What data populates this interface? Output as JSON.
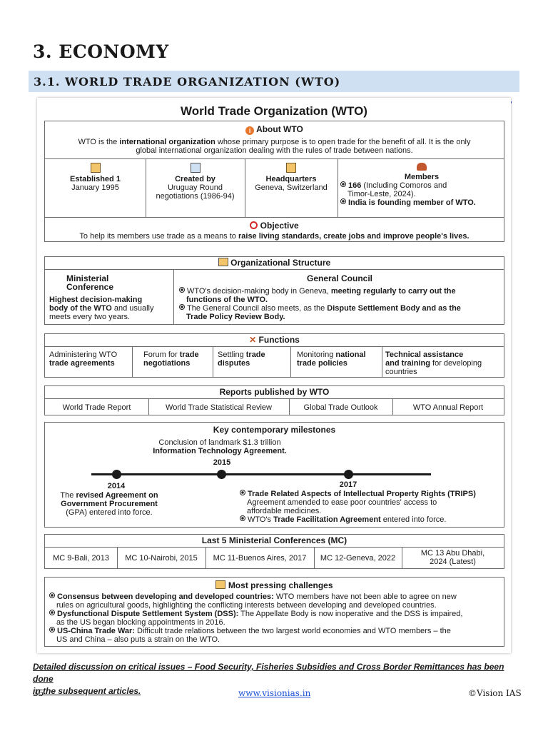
{
  "section_title": "3. ECONOMY",
  "subsection_title": "3.1. WORLD TRADE ORGANIZATION (WTO)",
  "infographic": {
    "title": "World Trade Organization (WTO)",
    "about": {
      "heading": "About WTO",
      "text_pre": "WTO is the ",
      "text_bold": "international organization",
      "text_post": " whose primary purpose is to open trade for the benefit of all. It is the only",
      "text_line2": "global international organization dealing with the rules of trade between nations."
    },
    "facts": [
      {
        "label": "Established 1",
        "value": "January 1995"
      },
      {
        "label": "Created by",
        "value1": "Uruguay Round",
        "value2": "negotiations (1986-94)"
      },
      {
        "label": "Headquarters",
        "value": "Geneva, Switzerland"
      },
      {
        "label": "Members",
        "line1_bold": "166",
        "line1_rest": " (Including Comoros and",
        "line2": "Timor-Leste, 2024).",
        "line3": "India is founding member of WTO."
      }
    ],
    "objective": {
      "heading": "Objective",
      "text_pre": "To help its members use trade as a means to ",
      "text_bold": "raise living standards, create jobs and improve people's lives."
    },
    "org_structure": {
      "heading": "Organizational Structure",
      "left_title1": "Ministerial",
      "left_title2": "Conference",
      "left_bold1": "Highest decision-making",
      "left_bold2": "body of the WTO",
      "left_rest2": " and usually",
      "left_rest3": "meets every two years.",
      "right_title": "General Council",
      "right_b1_pre": "WTO's decision-making body in Geneva, ",
      "right_b1_bold": "meeting regularly to carry out the",
      "right_b1_bold2": "functions of the WTO.",
      "right_b2_pre": "The General Council also meets, as the ",
      "right_b2_bold": "Dispute Settlement Body and as the",
      "right_b2_bold2": "Trade Policy Review Body."
    },
    "functions": {
      "heading": "Functions",
      "items": [
        {
          "pre": "Administering WTO",
          "bold": "trade agreements"
        },
        {
          "pre": "Forum for ",
          "bold1": "trade",
          "bold2": "negotiations"
        },
        {
          "pre": "Settling ",
          "bold1": "trade",
          "bold2": "disputes"
        },
        {
          "pre": "Monitoring ",
          "bold1": "national",
          "bold2": "trade policies"
        },
        {
          "bold1": "Technical assistance",
          "bold2": "and training",
          "rest2": " for developing",
          "line3": "countries"
        }
      ]
    },
    "reports": {
      "heading": "Reports published by WTO",
      "items": [
        "World Trade Report",
        "World Trade Statistical Review",
        "Global Trade Outlook",
        "WTO Annual Report"
      ]
    },
    "milestones": {
      "heading": "Key contemporary milestones",
      "top_line1": "Conclusion of landmark $1.3 trillion",
      "top_line2": "Information Technology Agreement.",
      "years": [
        "2014",
        "2015",
        "2017"
      ],
      "m2014_line1_pre": "The ",
      "m2014_line1_bold": "revised Agreement on",
      "m2014_line2": "Government Procurement",
      "m2014_line3": "(GPA) entered into force.",
      "m2017_b1": "Trade Related Aspects of Intellectual Property Rights (TRIPS)",
      "m2017_b1_l2": "Agreement amended to ease poor countries' access to",
      "m2017_b1_l3": "affordable medicines.",
      "m2017_b2_pre": "WTO's ",
      "m2017_b2_bold": "Trade Facilitation Agreement",
      "m2017_b2_post": " entered into force."
    },
    "conferences": {
      "heading": "Last 5 Ministerial Conferences (MC)",
      "items": [
        "MC 9-Bali, 2013",
        "MC 10-Nairobi, 2015",
        "MC 11-Buenos Aires, 2017",
        "MC 12-Geneva, 2022",
        "MC 13 Abu Dhabi,",
        "2024 (Latest)"
      ]
    },
    "challenges": {
      "heading": "Most pressing challenges",
      "c1_bold": "Consensus between developing and developed countries:",
      "c1_rest": " WTO members have not been able to agree on new",
      "c1_l2": "rules on agricultural goods, highlighting the conflicting interests between developing and developed countries.",
      "c2_bold": "Dysfunctional Dispute Settlement System (DSS):",
      "c2_rest": " The Appellate Body is now inoperative and the DSS is impaired,",
      "c2_l2": "as the US began blocking appointments in 2016.",
      "c3_bold": "US-China Trade War:",
      "c3_rest": " Difficult trade relations between the two largest world economies and WTO members – the",
      "c3_l2": "US and China – also puts a strain on the WTO."
    }
  },
  "note_line1": "Detailed discussion on critical issues – Food Security, Fisheries Subsidies and Cross Border Remittances has been done",
  "note_line2": "in the subsequent articles.",
  "footer": {
    "page": "35",
    "link": "www.visionias.in",
    "brand": "©Vision IAS"
  },
  "colors": {
    "heading_bar": "#cfe0f3",
    "link": "#1a4fd6",
    "accent_orange": "#e8772e"
  }
}
